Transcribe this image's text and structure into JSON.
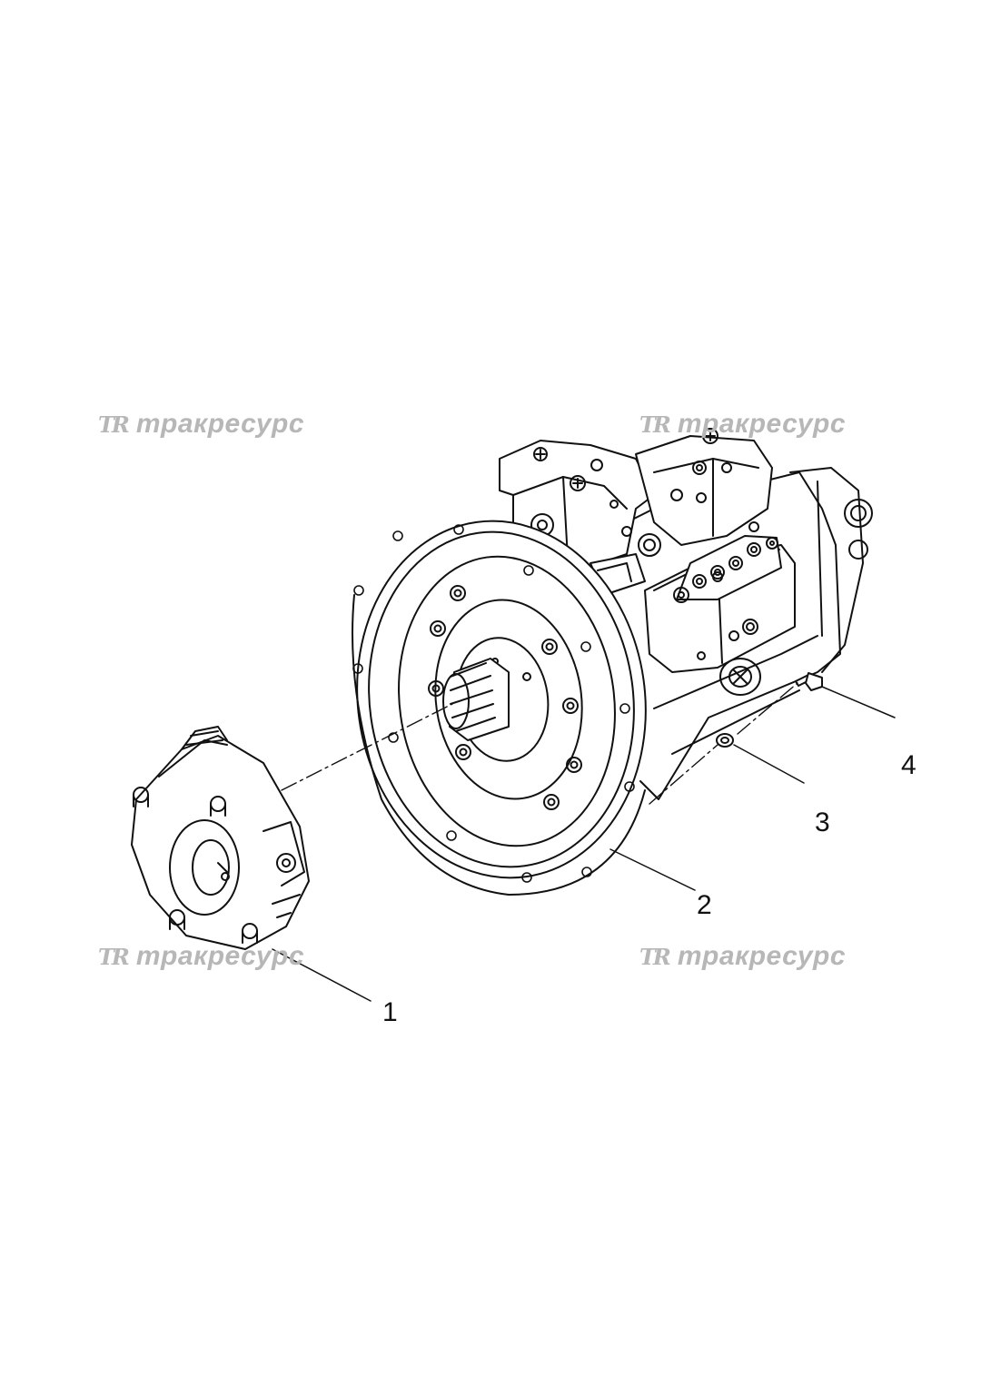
{
  "watermark": {
    "mark": "TR",
    "text": "тракресурс",
    "color": "#b7b7b7"
  },
  "callouts": [
    {
      "number": "1",
      "part": "coupling"
    },
    {
      "number": "2",
      "part": "pump-housing"
    },
    {
      "number": "3",
      "part": "washer"
    },
    {
      "number": "4",
      "part": "bolt"
    }
  ],
  "colors": {
    "line": "#111111",
    "background": "#ffffff"
  }
}
